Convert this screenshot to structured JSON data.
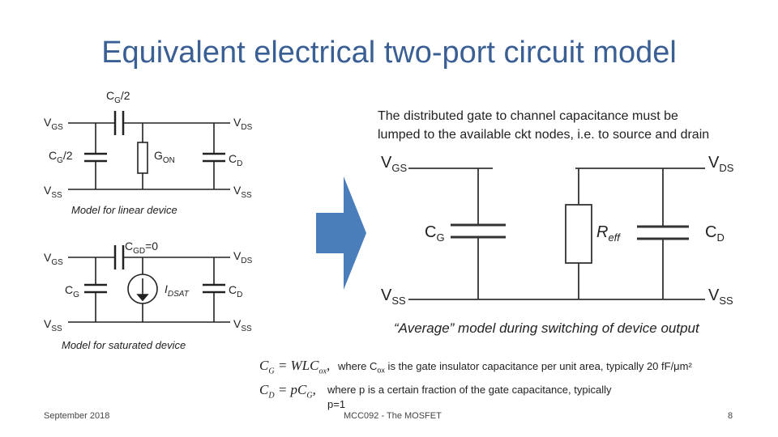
{
  "title": "Equivalent electrical two-port circuit model",
  "linear_model": {
    "cg_half_top": {
      "main": "C",
      "sub": "G",
      "suffix": "/2"
    },
    "vgs": {
      "main": "V",
      "sub": "GS"
    },
    "vds": {
      "main": "V",
      "sub": "DS"
    },
    "cg_half_left": {
      "main": "C",
      "sub": "G",
      "suffix": "/2"
    },
    "gon": {
      "main": "G",
      "sub": "ON"
    },
    "cd": {
      "main": "C",
      "sub": "D"
    },
    "vss_left": {
      "main": "V",
      "sub": "SS"
    },
    "vss_right": {
      "main": "V",
      "sub": "SS"
    },
    "caption": "Model for linear device"
  },
  "saturated_model": {
    "cgd": {
      "main": "C",
      "sub": "GD",
      "suffix": "=0"
    },
    "vgs": {
      "main": "V",
      "sub": "GS"
    },
    "vds": {
      "main": "V",
      "sub": "DS"
    },
    "cg": {
      "main": "C",
      "sub": "G"
    },
    "idsat": {
      "main": "I",
      "sub": "DSAT"
    },
    "cd": {
      "main": "C",
      "sub": "D"
    },
    "vss_left": {
      "main": "V",
      "sub": "SS"
    },
    "vss_right": {
      "main": "V",
      "sub": "SS"
    },
    "caption": "Model for saturated device"
  },
  "description": [
    "The distributed gate to channel capacitance must be",
    "lumped to the available ckt nodes, i.e. to source and drain"
  ],
  "average_model": {
    "vgs": {
      "main": "V",
      "sub": "GS"
    },
    "vds": {
      "main": "V",
      "sub": "DS"
    },
    "cg": {
      "main": "C",
      "sub": "G"
    },
    "reff": {
      "main": "R",
      "sub": "eff"
    },
    "cd": {
      "main": "C",
      "sub": "D"
    },
    "vss_left": {
      "main": "V",
      "sub": "SS"
    },
    "vss_right": {
      "main": "V",
      "sub": "SS"
    },
    "caption": "“Average” model during switching of device output"
  },
  "formulas": {
    "cg_formula": {
      "lhs_main": "C",
      "lhs_sub": "G",
      "rhs": " = WLC",
      "rhs_sub": "ox",
      "tail": ","
    },
    "cg_note": {
      "pre": "where C",
      "sub": "ox",
      "post": " is the gate insulator capacitance per unit area, typically 20 fF/μm²"
    },
    "cd_formula": {
      "lhs_main": "C",
      "lhs_sub": "D",
      "rhs": " = pC",
      "rhs_sub": "G",
      "tail": ","
    },
    "cd_note_line1": "where p is a certain fraction of the gate capacitance, typically",
    "cd_note_line2": "p=1"
  },
  "footer": {
    "date": "September 2018",
    "course": "MCC092 - The MOSFET",
    "page": "8"
  },
  "colors": {
    "title": "#3a5f94",
    "arrow": "#4a7ebb",
    "wire": "#222222",
    "resistor_wire": "#333333"
  }
}
